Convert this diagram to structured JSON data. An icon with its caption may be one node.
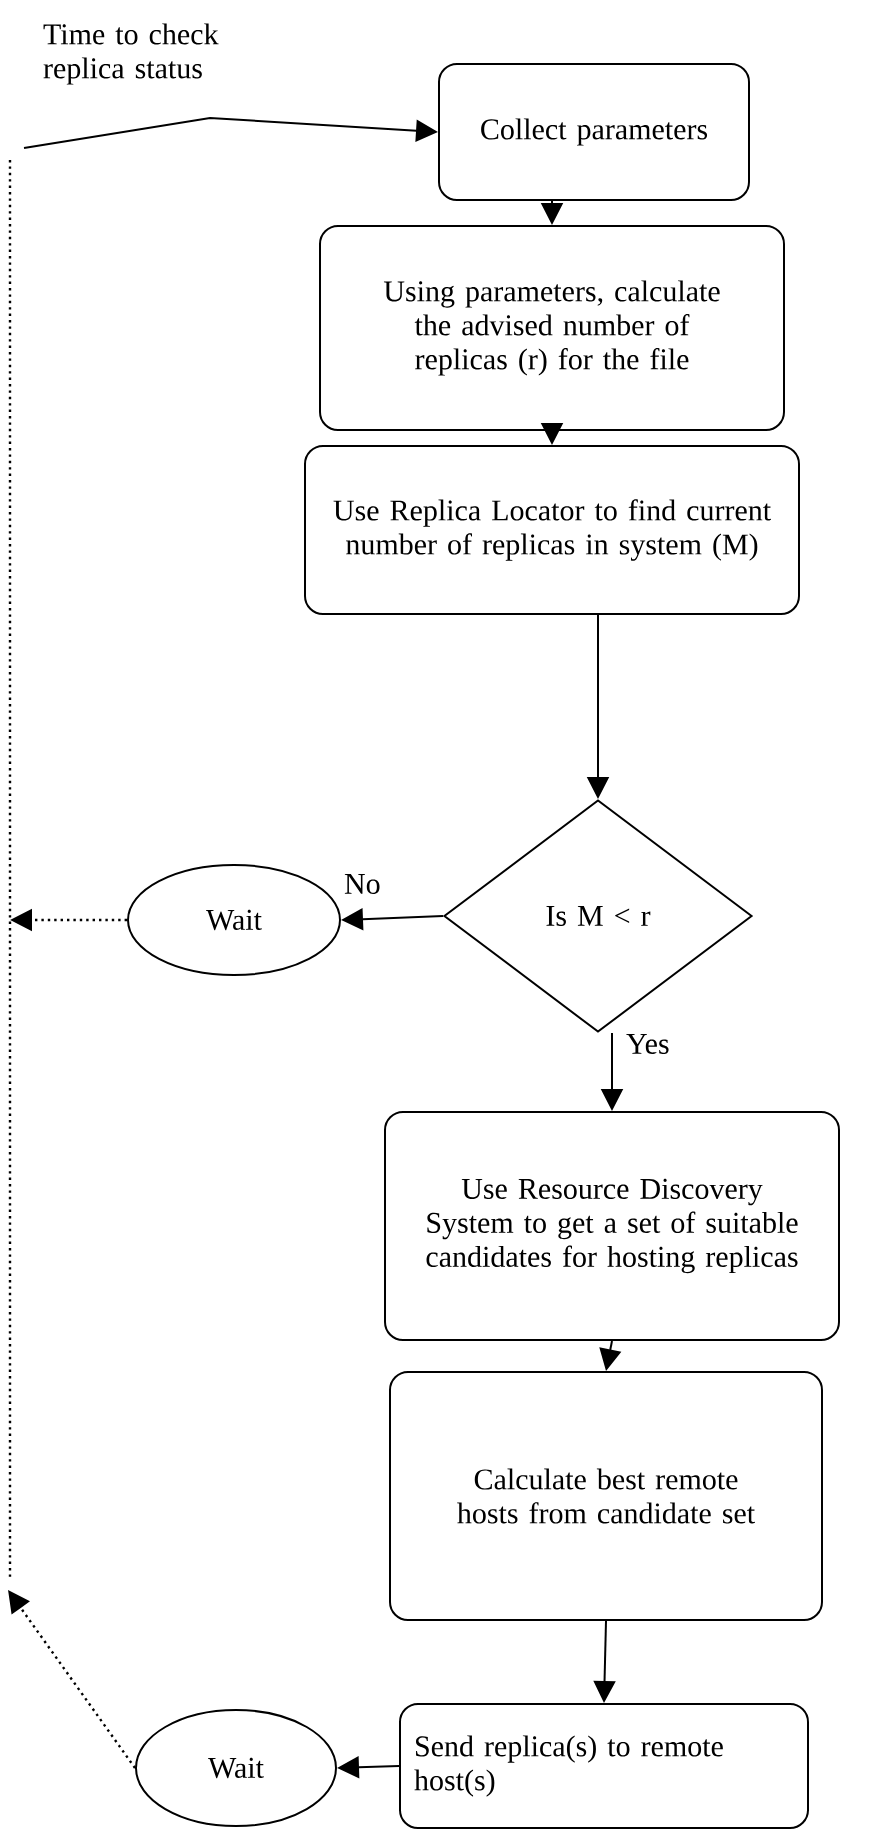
{
  "diagram": {
    "nodes": [
      {
        "text": [
          "Collect parameters"
        ]
      },
      {
        "text": [
          "Using parameters, calculate the advised number of replicas (r) for the file"
        ]
      },
      {
        "text": [
          "Use Replica Locator to find current number of replicas in system (M)"
        ]
      },
      {
        "text": [
          "Is M < r"
        ]
      },
      {
        "text": [
          "Wait"
        ]
      },
      {
        "text": [
          "Use Resource Discovery System to get a set of suitable candidates for hosting replicas"
        ]
      },
      {
        "text": [
          "Calculate best remote hosts from candidate set"
        ]
      },
      {
        "text": [
          "Send replica(s) to remote host(s)"
        ]
      },
      {
        "text": [
          "Wait"
        ]
      }
    ],
    "edges": [
      {
        "from": null,
        "to": 0,
        "arrow": "to",
        "label": "Time to check replica status"
      },
      {
        "from": 0,
        "to": 1,
        "arrow": "to"
      },
      {
        "from": 1,
        "to": 2,
        "arrow": "to"
      },
      {
        "from": 2,
        "to": 3,
        "arrow": "to"
      },
      {
        "from": 3,
        "to": 4,
        "arrow": "to",
        "label": "No"
      },
      {
        "from": 3,
        "to": 5,
        "arrow": "to",
        "label": "Yes"
      },
      {
        "from": 5,
        "to": 6,
        "arrow": "to"
      },
      {
        "from": 6,
        "to": 7,
        "arrow": "to"
      },
      {
        "from": 7,
        "to": 8,
        "arrow": "to"
      },
      {
        "from": 4,
        "to": null,
        "arrow": "to",
        "style": "dashed"
      },
      {
        "from": 8,
        "to": null,
        "arrow": "to",
        "style": "dashed"
      }
    ]
  }
}
